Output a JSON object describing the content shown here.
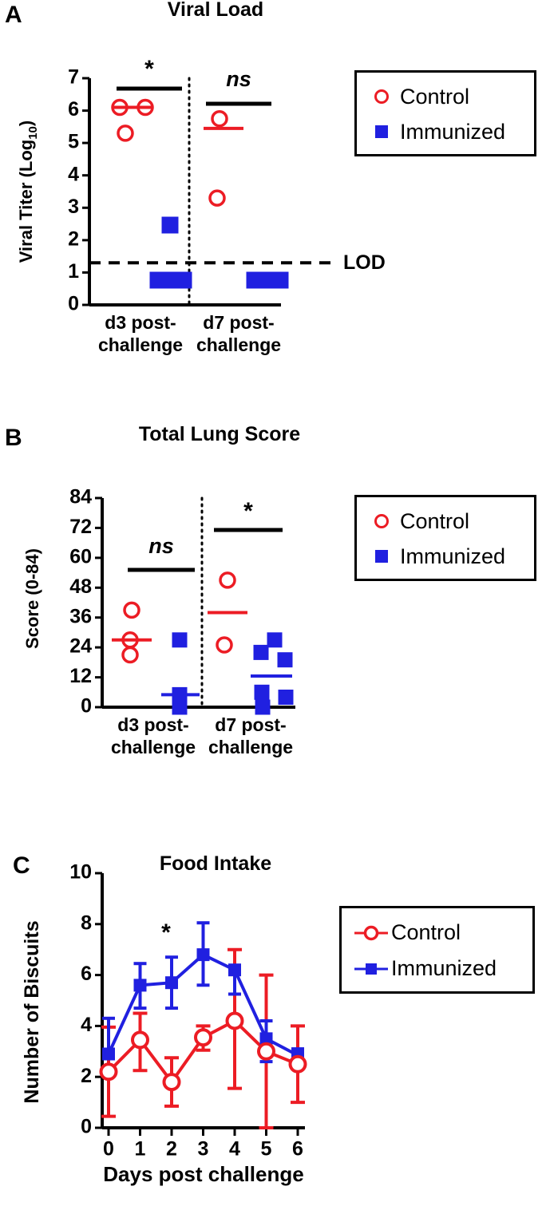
{
  "figure": {
    "panels": [
      "A",
      "B",
      "C"
    ]
  },
  "panelA": {
    "letter": "A",
    "title": "Viral Load",
    "ylabel": "Viral Titer (Log",
    "ylabel_sub": "10",
    "ylabel_close": ")",
    "yticks": [
      "0",
      "1",
      "2",
      "3",
      "4",
      "5",
      "6",
      "7"
    ],
    "xgroups": [
      {
        "line1": "d3 post-",
        "line2": "challenge"
      },
      {
        "line1": "d7 post-",
        "line2": "challenge"
      }
    ],
    "lod_label": "LOD",
    "significance": [
      {
        "group": "d3",
        "label": "*"
      },
      {
        "group": "d7",
        "label": "ns"
      }
    ],
    "legend": [
      {
        "label": "Control",
        "marker": "open-circle",
        "color": "#ec1c24"
      },
      {
        "label": "Immunized",
        "marker": "filled-square",
        "color": "#2020e0"
      }
    ]
  },
  "panelB": {
    "letter": "B",
    "title": "Total Lung Score",
    "ylabel": "Score (0-84)",
    "yticks": [
      "0",
      "12",
      "24",
      "36",
      "48",
      "60",
      "72",
      "84"
    ],
    "xgroups": [
      {
        "line1": "d3 post-",
        "line2": "challenge"
      },
      {
        "line1": "d7 post-",
        "line2": "challenge"
      }
    ],
    "significance": [
      {
        "group": "d3",
        "label": "ns"
      },
      {
        "group": "d7",
        "label": "*"
      }
    ],
    "legend": [
      {
        "label": "Control",
        "marker": "open-circle",
        "color": "#ec1c24"
      },
      {
        "label": "Immunized",
        "marker": "filled-square",
        "color": "#2020e0"
      }
    ]
  },
  "panelC": {
    "letter": "C",
    "title": "Food Intake",
    "ylabel": "Number of Biscuits",
    "xlabel": "Days post challenge",
    "yticks": [
      "0",
      "2",
      "4",
      "6",
      "8",
      "10"
    ],
    "xticks": [
      "0",
      "1",
      "2",
      "3",
      "4",
      "5",
      "6"
    ],
    "significance": [
      {
        "x": 2,
        "label": "*"
      }
    ],
    "legend": [
      {
        "label": "Control",
        "marker": "open-circle-line",
        "color": "#ec1c24"
      },
      {
        "label": "Immunized",
        "marker": "filled-square-line",
        "color": "#2020e0"
      }
    ]
  },
  "chart_data": [
    {
      "type": "scatter",
      "panel": "A",
      "title": "Viral Load",
      "xlabel": "",
      "ylabel": "Viral Titer (Log10)",
      "ylim": [
        0,
        7
      ],
      "ytick_values": [
        0,
        1,
        2,
        3,
        4,
        5,
        6,
        7
      ],
      "categories": [
        "d3 post-challenge",
        "d7 post-challenge"
      ],
      "lod": 1.3,
      "lod_label": "LOD",
      "grid": false,
      "legend_position": "right",
      "series": [
        {
          "name": "Control",
          "color": "#ec1c24",
          "marker": "open-circle",
          "groups": [
            {
              "category": "d3 post-challenge",
              "values": [
                6.1,
                6.1,
                5.3
              ],
              "mean": 6.1
            },
            {
              "category": "d7 post-challenge",
              "values": [
                5.75,
                3.3
              ],
              "mean": 5.45
            }
          ]
        },
        {
          "name": "Immunized",
          "color": "#2020e0",
          "marker": "filled-square",
          "groups": [
            {
              "category": "d3 post-challenge",
              "values": [
                2.6,
                1.0,
                1.0,
                1.0,
                1.0
              ],
              "mean": null
            },
            {
              "category": "d7 post-challenge",
              "values": [
                1.0,
                1.0,
                1.0,
                1.0,
                1.0
              ],
              "mean": null
            }
          ]
        }
      ],
      "annotations": [
        {
          "category": "d3 post-challenge",
          "label": "*"
        },
        {
          "category": "d7 post-challenge",
          "label": "ns"
        }
      ]
    },
    {
      "type": "scatter",
      "panel": "B",
      "title": "Total Lung Score",
      "xlabel": "",
      "ylabel": "Score (0-84)",
      "ylim": [
        0,
        84
      ],
      "ytick_values": [
        0,
        12,
        24,
        36,
        48,
        60,
        72,
        84
      ],
      "categories": [
        "d3 post-challenge",
        "d7 post-challenge"
      ],
      "grid": false,
      "legend_position": "right",
      "series": [
        {
          "name": "Control",
          "color": "#ec1c24",
          "marker": "open-circle",
          "groups": [
            {
              "category": "d3 post-challenge",
              "values": [
                39,
                27,
                21
              ],
              "mean": 27
            },
            {
              "category": "d7 post-challenge",
              "values": [
                51,
                25
              ],
              "mean": 38
            }
          ]
        },
        {
          "name": "Immunized",
          "color": "#2020e0",
          "marker": "filled-square",
          "groups": [
            {
              "category": "d3 post-challenge",
              "values": [
                27,
                5,
                0
              ],
              "mean": 5
            },
            {
              "category": "d7 post-challenge",
              "values": [
                27,
                22,
                19,
                6,
                4,
                0
              ],
              "mean": 12.5
            }
          ]
        }
      ],
      "annotations": [
        {
          "category": "d3 post-challenge",
          "label": "ns"
        },
        {
          "category": "d7 post-challenge",
          "label": "*"
        }
      ]
    },
    {
      "type": "line",
      "panel": "C",
      "title": "Food Intake",
      "xlabel": "Days post challenge",
      "ylabel": "Number of Biscuits",
      "x": [
        0,
        1,
        2,
        3,
        4,
        5,
        6
      ],
      "xlim": [
        0,
        6
      ],
      "ylim": [
        0,
        10
      ],
      "ytick_values": [
        0,
        2,
        4,
        6,
        8,
        10
      ],
      "grid": false,
      "legend_position": "right",
      "series": [
        {
          "name": "Control",
          "color": "#ec1c24",
          "marker": "open-circle",
          "values": [
            2.2,
            3.45,
            1.8,
            3.55,
            4.2,
            3.0,
            2.5
          ],
          "err_low": [
            0.45,
            2.25,
            0.85,
            3.05,
            1.55,
            0.0,
            1.0
          ],
          "err_high": [
            3.95,
            4.5,
            2.75,
            4.0,
            7.0,
            6.0,
            4.0
          ]
        },
        {
          "name": "Immunized",
          "color": "#2020e0",
          "marker": "filled-square",
          "values": [
            2.9,
            5.6,
            5.7,
            6.8,
            6.2,
            3.5,
            2.85
          ],
          "err_low": [
            2.9,
            4.7,
            4.7,
            5.6,
            5.25,
            2.6,
            2.6
          ],
          "err_high": [
            4.3,
            6.45,
            6.7,
            8.05,
            6.3,
            4.2,
            3.1
          ]
        }
      ],
      "annotations": [
        {
          "x": 2,
          "label": "*"
        }
      ]
    }
  ]
}
